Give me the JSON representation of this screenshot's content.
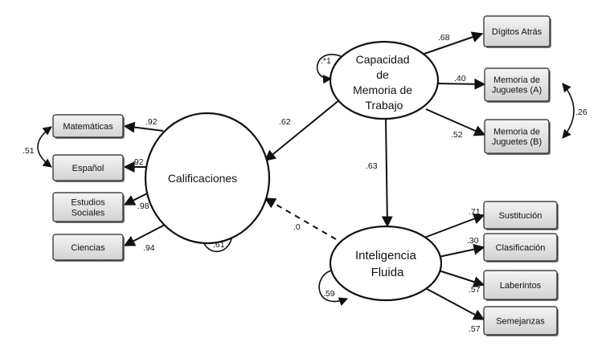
{
  "latents": {
    "wm": [
      "Capacidad",
      "de",
      "Memoria de",
      "Trabajo"
    ],
    "fluid": [
      "Inteligencia",
      "Fluida"
    ],
    "grades": [
      "Calificaciones"
    ]
  },
  "grade_indicators": [
    {
      "label": [
        "Matemáticas"
      ],
      "coef": ".92"
    },
    {
      "label": [
        "Español"
      ],
      "coef": ".92"
    },
    {
      "label": [
        "Estudios",
        "Sociales"
      ],
      "coef": ".98"
    },
    {
      "label": [
        "Ciencias"
      ],
      "coef": ".94"
    }
  ],
  "wm_indicators": [
    {
      "label": [
        "Dígitos Atrás"
      ],
      "coef": ".68"
    },
    {
      "label": [
        "Memoria de",
        "Juguetes (A)"
      ],
      "coef": ".40"
    },
    {
      "label": [
        "Memoria de",
        "Juguetes (B)"
      ],
      "coef": ".52"
    }
  ],
  "fluid_indicators": [
    {
      "label": [
        "Sustitución"
      ],
      "coef": ".71"
    },
    {
      "label": [
        "Clasificación"
      ],
      "coef": ".30"
    },
    {
      "label": [
        "Laberintos"
      ],
      "coef": ".57"
    },
    {
      "label": [
        "Semejanzas"
      ],
      "coef": ".57"
    }
  ],
  "structural": {
    "wm_to_grades": ".62",
    "wm_to_fluid": ".63",
    "fluid_to_grades": ".0"
  },
  "residuals": {
    "wm": ".*1",
    "fluid": ".59",
    "grades": ".61"
  },
  "correlations": {
    "mat_esp": ".51",
    "juguetes_a_b": ".26"
  }
}
